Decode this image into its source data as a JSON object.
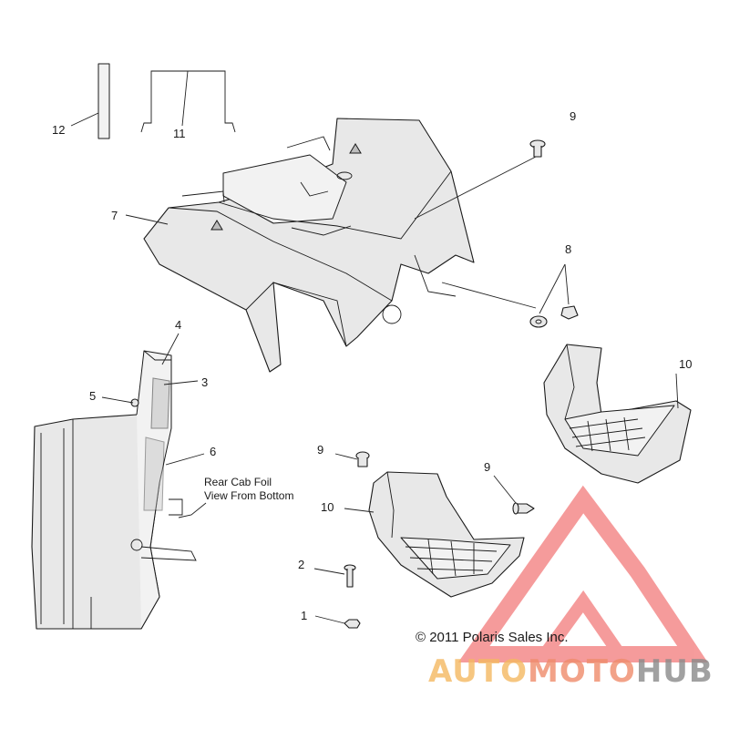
{
  "diagram": {
    "callouts": {
      "c1": "1",
      "c2": "2",
      "c3": "3",
      "c4": "4",
      "c5": "5",
      "c6": "6",
      "c7": "7",
      "c8": "8",
      "c9a": "9",
      "c9b": "9",
      "c9c": "9",
      "c10a": "10",
      "c10b": "10",
      "c11": "11",
      "c12": "12"
    },
    "note_line1": "Rear Cab Foil",
    "note_line2": "View From Bottom",
    "copyright": "© 2011 Polaris Sales Inc."
  },
  "watermark": {
    "brand_auto": "AUTO",
    "brand_moto": "MOTO",
    "brand_hub": "HUB",
    "colors": {
      "auto": "#f4b860",
      "moto": "#ef8b6a",
      "hub": "#8a8a8a",
      "logo": "#ee4b4b"
    }
  }
}
